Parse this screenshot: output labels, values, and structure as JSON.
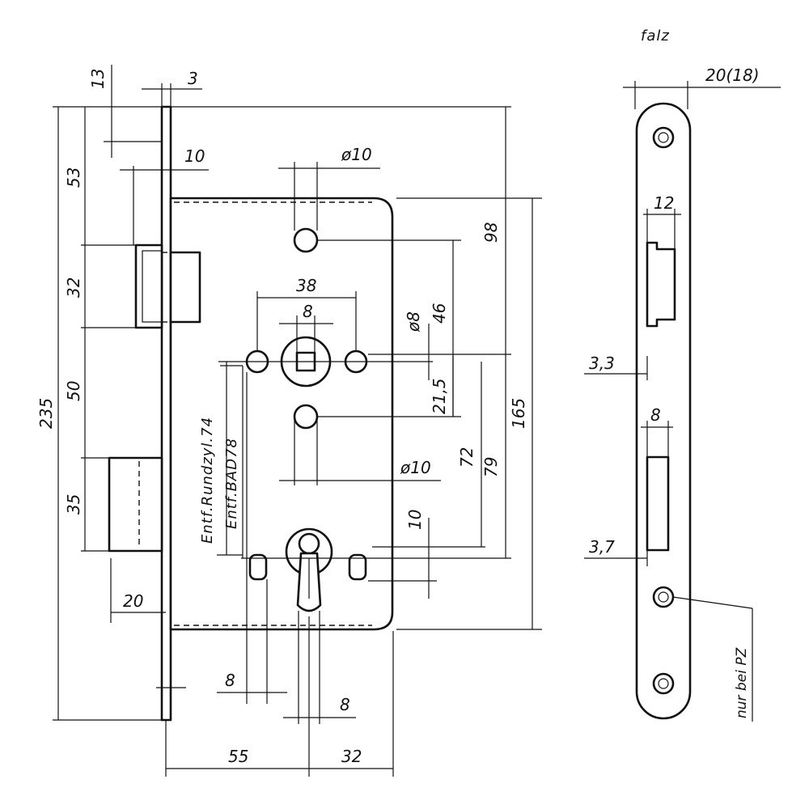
{
  "front_view": {
    "dims": {
      "d13": "13",
      "d3": "3",
      "d10_top": "10",
      "d53": "53",
      "d32_left": "32",
      "d50": "50",
      "d35": "35",
      "d235": "235",
      "d20": "20",
      "dia10_top": "ø10",
      "d38": "38",
      "d8_spindle": "8",
      "dia8": "ø8",
      "d46": "46",
      "d98": "98",
      "d21_5": "21,5",
      "d165": "165",
      "d72": "72",
      "d79": "79",
      "dia10_bottom": "ø10",
      "d10_bottom": "10",
      "d8_lower_left": "8",
      "d8_lower_center": "8",
      "d55": "55",
      "d32_bottom": "32"
    },
    "labels": {
      "distance_round_cylinder": "Entf.Rundzyl.74",
      "distance_bathroom": "Entf.BAD78"
    }
  },
  "side_view": {
    "label_falz": "falz",
    "dims": {
      "d20_18": "20(18)",
      "d12": "12",
      "d3_3": "3,3",
      "d8": "8",
      "d3_7": "3,7"
    },
    "note_pz": "nur bei PZ"
  }
}
